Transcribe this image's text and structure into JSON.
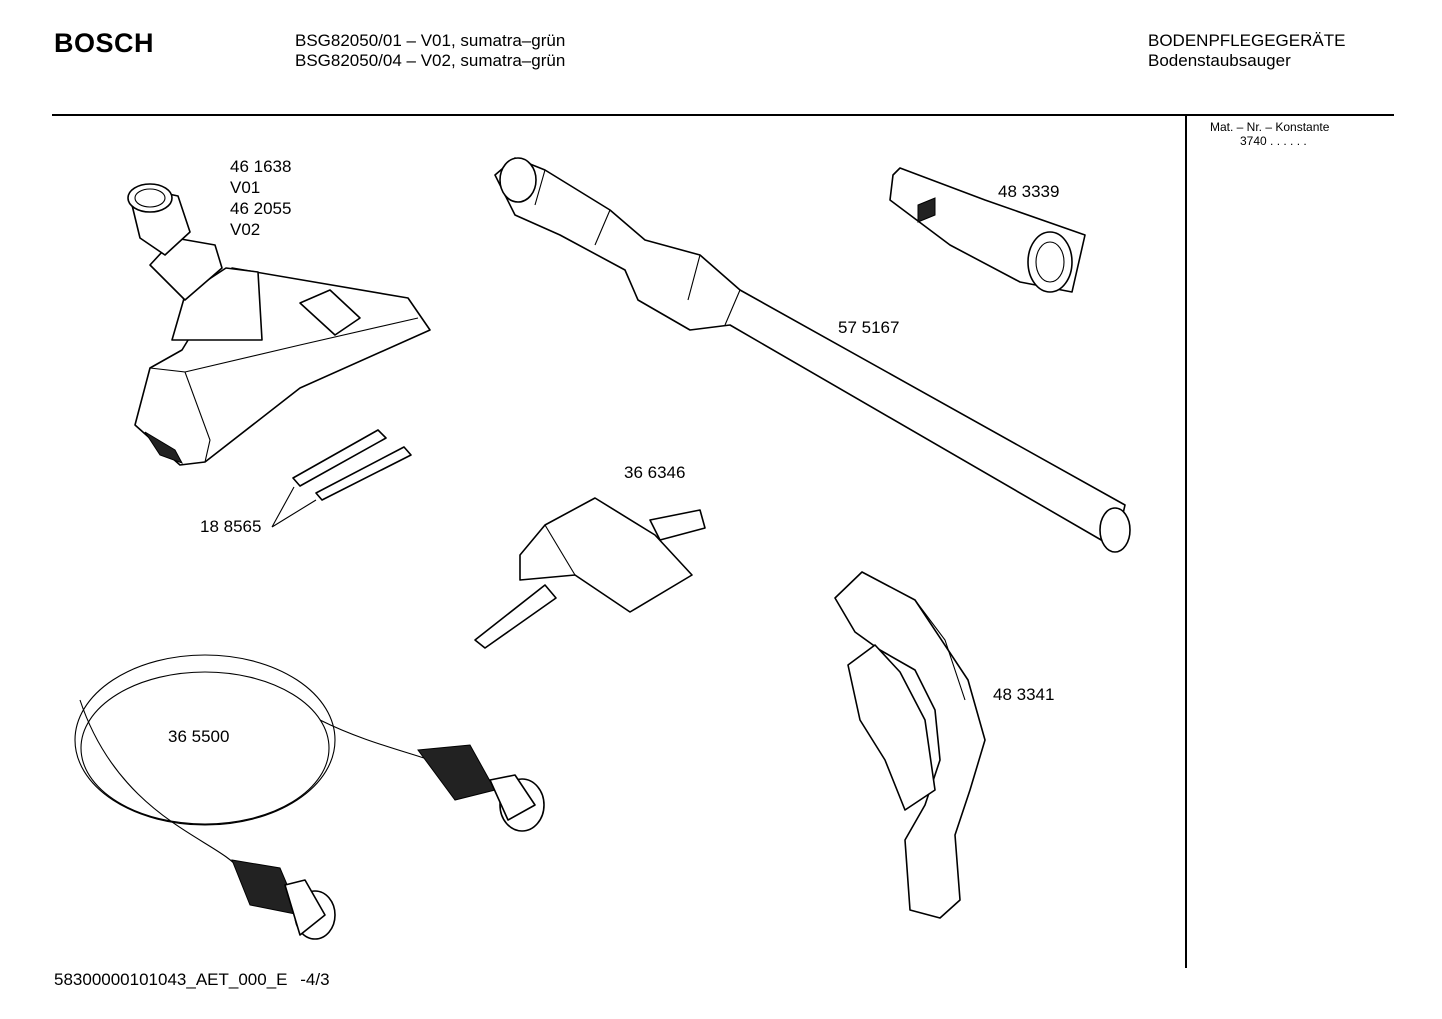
{
  "header": {
    "brand": "BOSCH",
    "model_line_1": "BSG82050/01  – V01, sumatra–grün",
    "model_line_2": "BSG82050/04  – V02, sumatra–grün",
    "category_line_1": "BODENPFLEGEGERÄTE",
    "category_line_2": "Bodenstaubsauger"
  },
  "sidebar": {
    "label": "Mat. – Nr. – Konstante",
    "value": "3740 .  .  .  .  .  ."
  },
  "parts": {
    "floor_nozzle_1": "46 1638",
    "floor_nozzle_1_variant": "V01",
    "floor_nozzle_2": "46 2055",
    "floor_nozzle_2_variant": "V02",
    "strips": "18 8565",
    "tube": "57 5167",
    "upholstery_nozzle": "48 3339",
    "crevice_tool": "36 6346",
    "hose": "36 5500",
    "handle": "48 3341"
  },
  "footer": {
    "doc_id": "58300000101043_AET_000_E",
    "page": "-4/3"
  }
}
